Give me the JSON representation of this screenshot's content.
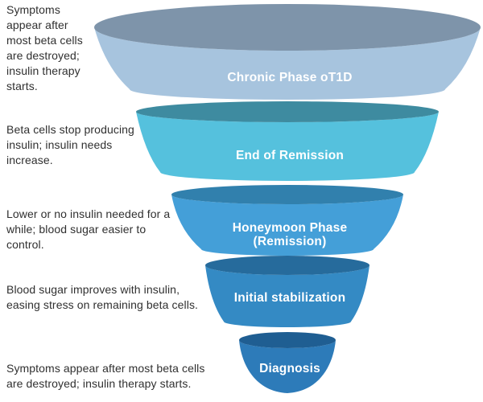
{
  "funnel": {
    "text_color": "#303030",
    "label_color": "#ffffff",
    "stages": [
      {
        "label": "Chronic Phase oT1D",
        "annotation": [
          "Symptoms",
          "appear after",
          "most beta cells",
          "are destroyed;",
          "insulin therapy",
          "starts."
        ],
        "body_color": "#a7c4de",
        "top_color": "#7e94aa"
      },
      {
        "label": "End of Remission",
        "annotation": [
          "Beta cells stop producing",
          "insulin; insulin needs",
          "increase."
        ],
        "body_color": "#55c1dd",
        "top_color": "#3e8ba0"
      },
      {
        "label_lines": [
          "Honeymoon Phase",
          "(Remission)"
        ],
        "annotation": [
          "Lower or no insulin needed for a",
          "while; blood sugar easier to",
          "control."
        ],
        "body_color": "#449fd8",
        "top_color": "#3180ad"
      },
      {
        "label": "Initial stabilization",
        "annotation": [
          "Blood sugar improves with insulin,",
          "easing stress on remaining beta cells."
        ],
        "body_color": "#348ac4",
        "top_color": "#266b9c"
      },
      {
        "label": "Diagnosis",
        "annotation": [
          "Symptoms appear after most beta cells",
          "are destroyed; insulin therapy starts."
        ],
        "body_color": "#2d7bb9",
        "top_color": "#1f5e92"
      }
    ]
  }
}
